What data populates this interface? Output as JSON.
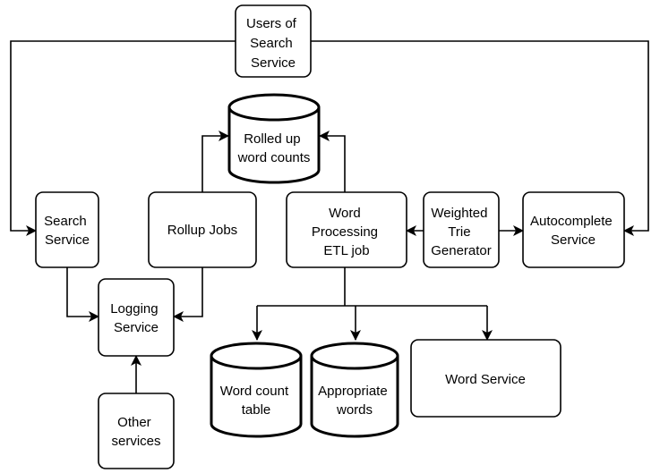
{
  "nodes": {
    "users": {
      "lines": [
        "Users of",
        "Search",
        "Service"
      ]
    },
    "search_service": {
      "lines": [
        "Search",
        "Service"
      ]
    },
    "rollup_jobs": {
      "lines": [
        "Rollup Jobs"
      ]
    },
    "word_processing": {
      "lines": [
        "Word",
        "Processing",
        "ETL job"
      ]
    },
    "trie_generator": {
      "lines": [
        "Weighted",
        "Trie",
        "Generator"
      ]
    },
    "autocomplete": {
      "lines": [
        "Autocomplete",
        "Service"
      ]
    },
    "rolled_up": {
      "lines": [
        "Rolled up",
        "word counts"
      ]
    },
    "logging": {
      "lines": [
        "Logging",
        "Service"
      ]
    },
    "word_count_table": {
      "lines": [
        "Word count",
        "table"
      ]
    },
    "appropriate_words": {
      "lines": [
        "Appropriate",
        "words"
      ]
    },
    "word_service": {
      "lines": [
        "Word Service"
      ]
    },
    "other_services": {
      "lines": [
        "Other",
        "services"
      ]
    }
  },
  "edges": [
    {
      "from": "users",
      "to": "search_service"
    },
    {
      "from": "users",
      "to": "autocomplete"
    },
    {
      "from": "search_service",
      "to": "logging"
    },
    {
      "from": "rollup_jobs",
      "to": "rolled_up"
    },
    {
      "from": "rollup_jobs",
      "to": "logging"
    },
    {
      "from": "word_processing",
      "to": "rolled_up"
    },
    {
      "from": "trie_generator",
      "to": "word_processing"
    },
    {
      "from": "trie_generator",
      "to": "autocomplete"
    },
    {
      "from": "word_processing",
      "to": "word_count_table"
    },
    {
      "from": "word_processing",
      "to": "appropriate_words"
    },
    {
      "from": "word_processing",
      "to": "word_service"
    },
    {
      "from": "other_services",
      "to": "logging"
    }
  ]
}
